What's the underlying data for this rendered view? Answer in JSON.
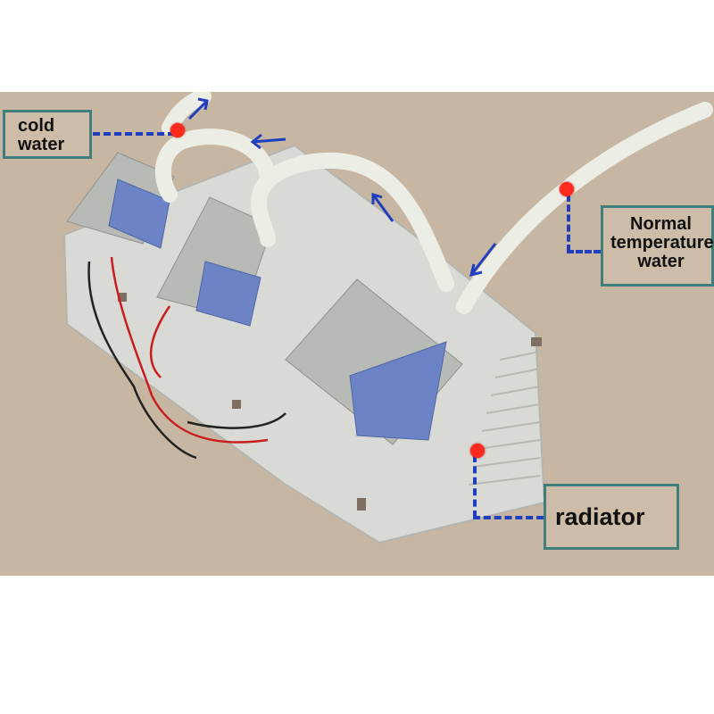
{
  "photo": {
    "subject": "thermoelectric water cooler with radiator heat sink",
    "colors": {
      "background": "#c7b7a2",
      "heatsink": "#d9dad6",
      "peltier": "#6c84c6",
      "tube": "#eceee6",
      "arrow": "#1f3fbf",
      "marker": "#ff2a1e",
      "callout_border": "#3f7e7b"
    }
  },
  "labels": {
    "cold_water": [
      "cold",
      "water"
    ],
    "normal_water": [
      "Normal",
      "temperature",
      "water"
    ],
    "radiator": "radiator"
  }
}
